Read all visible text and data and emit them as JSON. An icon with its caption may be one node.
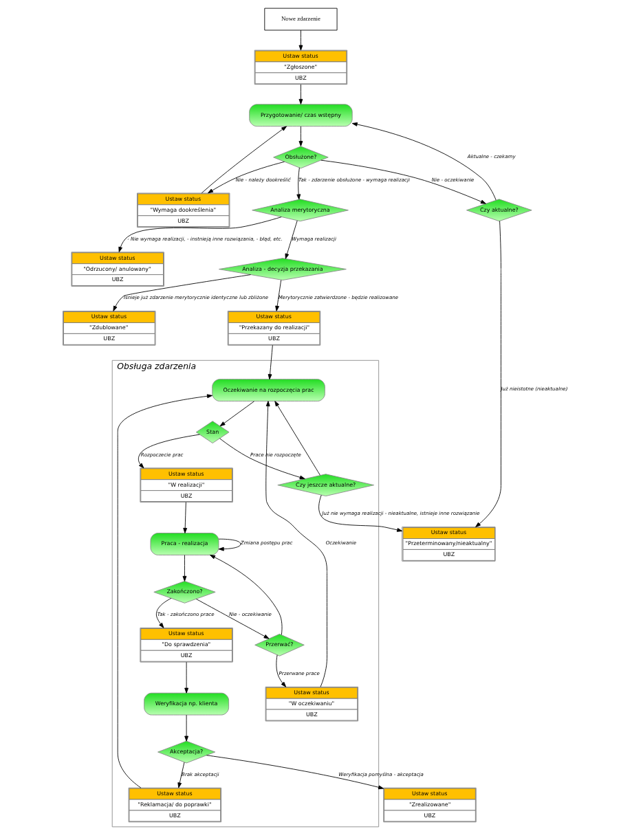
{
  "diagram": {
    "nodes": [
      {
        "text": [
          "Nowe zdarzenie"
        ]
      },
      {
        "text": [
          "Ustaw status",
          "\"Zgłoszone\"",
          "UBZ"
        ]
      },
      {
        "text": [
          "Przygotowanie/ czas wstępny"
        ]
      },
      {
        "text": [
          "Ustaw status",
          "\"Wymaga dookreślenia\"",
          "UBZ"
        ]
      },
      {
        "text": [
          "Obsłużone?"
        ]
      },
      {
        "text": [
          "Czy aktualne?"
        ]
      },
      {
        "text": [
          "Ustaw status",
          "\"Przeterminowany/nieaktualny\"",
          "UBZ"
        ]
      },
      {
        "text": [
          "Analiza merytoryczna"
        ]
      },
      {
        "text": [
          "Ustaw status",
          "\"Odrzucony/ anulowany\"",
          "UBZ"
        ]
      },
      {
        "text": [
          "Ustaw status",
          "\"Zdublowane\"",
          "UBZ"
        ]
      },
      {
        "text": [
          "Analiza - decyzja przekazania"
        ]
      },
      {
        "text": [
          "Ustaw status",
          "\"Przekazany do realizacji\"",
          "UBZ"
        ]
      },
      {
        "text": [
          "Obsługa zdarzenia"
        ]
      },
      {
        "text": [
          "Oczekiwanie na rozpoczęcia prac"
        ],
        "in": 12
      },
      {
        "text": [
          "Stan"
        ],
        "in": 12
      },
      {
        "text": [
          "Czy jeszcze aktualne?"
        ],
        "in": 12
      },
      {
        "text": [
          "Ustaw status",
          "\"W realizacji\"",
          "UBZ"
        ],
        "in": 12
      },
      {
        "text": [
          "Praca - realizacja"
        ],
        "in": 12
      },
      {
        "text": [
          "Zakończono?"
        ],
        "in": 12
      },
      {
        "text": [
          "Ustaw status",
          "\"Do sprawdzenia\"",
          "UBZ"
        ],
        "in": 12
      },
      {
        "text": [
          "Weryfikacja np. klienta"
        ],
        "in": 12
      },
      {
        "text": [
          "Przerwać?"
        ],
        "in": 12
      },
      {
        "text": [
          "Akceptacja?"
        ],
        "in": 12
      },
      {
        "text": [
          "Ustaw status",
          "\"W oczekiwaniu\"",
          "UBZ"
        ],
        "in": 12
      },
      {
        "text": [
          "Ustaw status",
          "\"Reklamacja/ do poprawki\"",
          "UBZ"
        ],
        "in": 12
      },
      {
        "text": [
          "Ustaw status",
          "\"Zrealizowane\"",
          "UBZ"
        ]
      }
    ],
    "edges": [
      {
        "from": 0,
        "to": 1,
        "arrow": "to"
      },
      {
        "from": 1,
        "to": 2,
        "arrow": "to"
      },
      {
        "from": 2,
        "to": 4,
        "arrow": "to"
      },
      {
        "from": 4,
        "to": 3,
        "arrow": "to",
        "label": "Nie - należy dookreślić"
      },
      {
        "from": 3,
        "to": 2,
        "arrow": "to"
      },
      {
        "from": 4,
        "to": 5,
        "arrow": "to",
        "label": "Nie - oczekiwanie"
      },
      {
        "from": 5,
        "to": 2,
        "arrow": "to",
        "label": "Aktualne - czekamy"
      },
      {
        "from": 4,
        "to": 7,
        "arrow": "to",
        "label": "Tak - zdarzenie obsłużone - wymaga realizacji"
      },
      {
        "from": 5,
        "to": 6,
        "arrow": "to",
        "label": "Już nieistotne (nieaktualne)"
      },
      {
        "from": 7,
        "to": 8,
        "arrow": "to",
        "label": "- Nie wymaga realizacji, - instnieją inne rozwiązania, - błąd, etc."
      },
      {
        "from": 7,
        "to": 10,
        "arrow": "to",
        "label": "Wymaga realizacji"
      },
      {
        "from": 10,
        "to": 9,
        "arrow": "to",
        "label": "Isnieje już zdarzenie merytorycznie identyczne lub zbliżone"
      },
      {
        "from": 10,
        "to": 11,
        "arrow": "to",
        "label": "Merytorycznie zatwierdzone - będzie realizowane"
      },
      {
        "from": 11,
        "to": 13,
        "arrow": "to"
      },
      {
        "from": 13,
        "to": 14,
        "arrow": "to"
      },
      {
        "from": 14,
        "to": 15,
        "arrow": "to",
        "label": "Prace nie rozpoczęte"
      },
      {
        "from": 15,
        "to": 13,
        "arrow": "to"
      },
      {
        "from": 15,
        "to": 6,
        "arrow": "to",
        "label": "Już nie wymaga realizacji - nieaktualne, istnieje inne rozwiązanie"
      },
      {
        "from": 14,
        "to": 16,
        "arrow": "to",
        "label": "Rozpoczecie prac"
      },
      {
        "from": 16,
        "to": 17,
        "arrow": "to"
      },
      {
        "from": 17,
        "to": 17,
        "arrow": "to",
        "label": "Zmiana postępu prac"
      },
      {
        "from": 17,
        "to": 18,
        "arrow": "to"
      },
      {
        "from": 18,
        "to": 19,
        "arrow": "to",
        "label": "Tak - zakończono prace"
      },
      {
        "from": 18,
        "to": 21,
        "arrow": "to",
        "label": "Nie - oczekiwanie"
      },
      {
        "from": 21,
        "to": 17,
        "arrow": "to"
      },
      {
        "from": 21,
        "to": 23,
        "arrow": "to",
        "label": "Przerwane prace"
      },
      {
        "from": 23,
        "to": 13,
        "arrow": "to",
        "label": "Oczekiwanie"
      },
      {
        "from": 19,
        "to": 20,
        "arrow": "to"
      },
      {
        "from": 20,
        "to": 22,
        "arrow": "to"
      },
      {
        "from": 22,
        "to": 24,
        "arrow": "to",
        "label": "Brak akceptacji"
      },
      {
        "from": 22,
        "to": 25,
        "arrow": "to",
        "label": "Weryfikacja pomyślna - akceptacja"
      },
      {
        "from": 24,
        "to": 13,
        "arrow": "to"
      }
    ]
  }
}
